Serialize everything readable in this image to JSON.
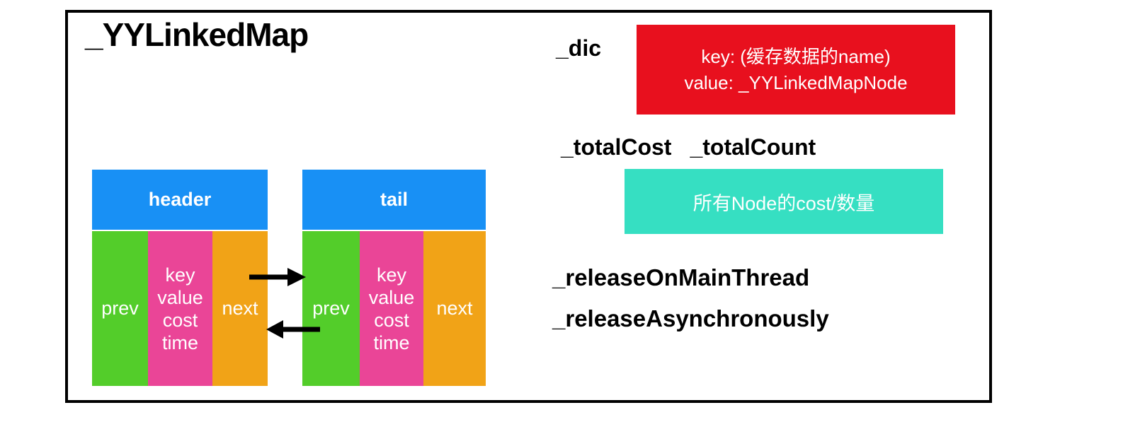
{
  "title": "_YYLinkedMap",
  "dic": {
    "label": "_dic",
    "lines": [
      "key: (缓存数据的name)",
      "value: _YYLinkedMapNode"
    ]
  },
  "totals": {
    "labels": [
      "_totalCost",
      "_totalCount"
    ],
    "box_text": "所有Node的cost/数量"
  },
  "flags": [
    "_releaseOnMainThread",
    "_releaseAsynchronously"
  ],
  "nodes": [
    {
      "title": "header",
      "prev_label": "prev",
      "fields": [
        "key",
        "value",
        "cost",
        "time"
      ],
      "next_label": "next"
    },
    {
      "title": "tail",
      "prev_label": "prev",
      "fields": [
        "key",
        "value",
        "cost",
        "time"
      ],
      "next_label": "next"
    }
  ],
  "arrows": {
    "forward": "next-pointer (header node -> tail node)",
    "backward": "prev-pointer (tail node -> header node)"
  },
  "colors": {
    "frame_border": "#000000",
    "node_header_blue": "#1890f5",
    "prev_green": "#53cd2a",
    "fields_pink": "#ea4597",
    "next_orange": "#f1a317",
    "dic_red": "#e8101e",
    "totals_teal": "#36dfc2",
    "text_black": "#000000",
    "text_white": "#ffffff"
  }
}
